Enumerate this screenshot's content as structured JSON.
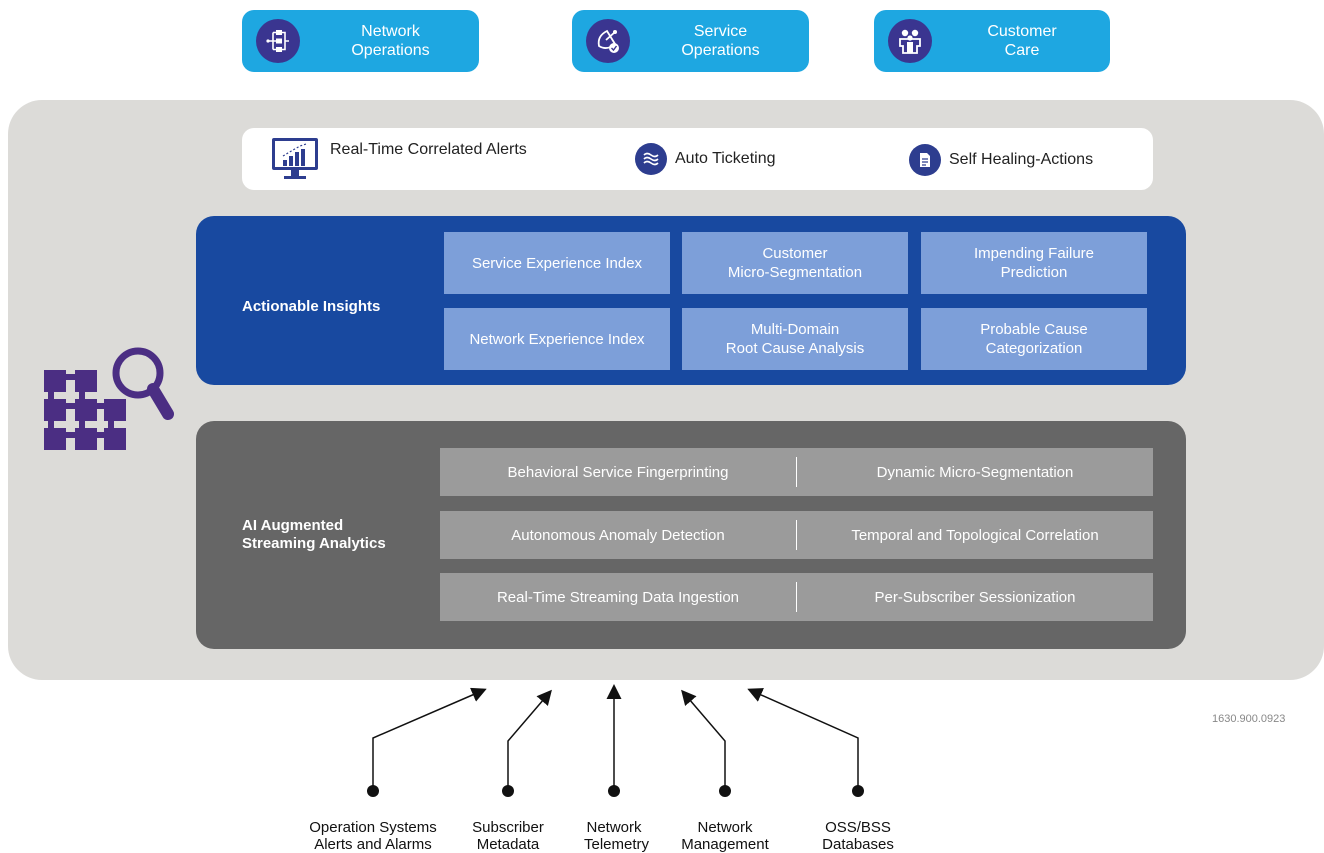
{
  "top_buttons": [
    {
      "label": "Network\nOperations",
      "icon": "network-flow-icon"
    },
    {
      "label": "Service\nOperations",
      "icon": "satellite-dish-icon"
    },
    {
      "label": "Customer\nCare",
      "icon": "people-group-icon"
    }
  ],
  "actions": [
    {
      "label": "Real-Time Correlated Alerts",
      "icon": "monitor-chart-icon"
    },
    {
      "label": "Auto Ticketing",
      "icon": "waves-icon"
    },
    {
      "label": "Self Healing-Actions",
      "icon": "document-icon"
    }
  ],
  "insights": {
    "title": "Actionable Insights",
    "cells": [
      "Service Experience Index",
      "Customer\nMicro-Segmentation",
      "Impending Failure\nPrediction",
      "Network Experience Index",
      "Multi-Domain\nRoot Cause Analysis",
      "Probable Cause\nCategorization"
    ]
  },
  "analytics": {
    "title": "AI Augmented\nStreaming Analytics",
    "rows": [
      [
        "Behavioral Service Fingerprinting",
        "Dynamic Micro-Segmentation"
      ],
      [
        "Autonomous Anomaly Detection",
        "Temporal and Topological Correlation"
      ],
      [
        "Real-Time Streaming Data Ingestion",
        "Per-Subscriber Sessionization"
      ]
    ]
  },
  "doc_id": "1630.900.0923",
  "sources": [
    "Operation Systems\nAlerts and Alarms",
    "Subscriber\nMetadata",
    "Network\nTelemetry",
    "Network\nManagement",
    "OSS/BSS\nDatabases"
  ],
  "colors": {
    "top_button": "#1ea7e1",
    "icon_circle": "#3a3590",
    "platform": "#dcdbd8",
    "insights_panel": "#1849a0",
    "insights_cell": "#7d9fd9",
    "analytics_panel": "#666666",
    "analytics_row": "#9b9b9b",
    "logo": "#4b2e83"
  },
  "logo_icon": "grid-magnifier-icon"
}
